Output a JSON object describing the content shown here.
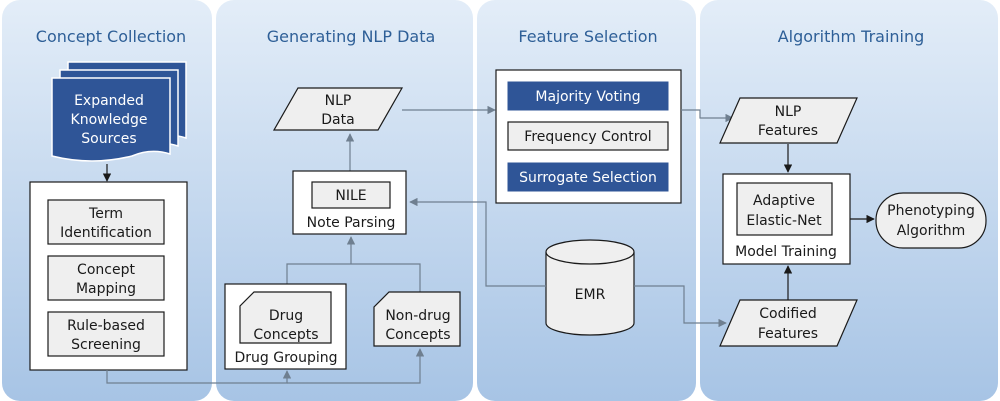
{
  "colors": {
    "panel_top": "#dde9f6",
    "panel_bottom": "#a9c6e6",
    "title": "#2e5f97",
    "accent": "#2f5597"
  },
  "columns": {
    "concept_collection": "Concept Collection",
    "generating_nlp": "Generating NLP Data",
    "feature_selection": "Feature Selection",
    "algorithm_training": "Algorithm Training"
  },
  "concept_collection": {
    "sources": [
      "Expanded",
      "Knowledge",
      "Sources"
    ],
    "term": [
      "Term",
      "Identification"
    ],
    "mapping": [
      "Concept",
      "Mapping"
    ],
    "screening": [
      "Rule-based",
      "Screening"
    ]
  },
  "generating_nlp": {
    "nlp_data": [
      "NLP",
      "Data"
    ],
    "nile": "NILE",
    "note_parsing": "Note Parsing",
    "drug_concepts": [
      "Drug",
      "Concepts"
    ],
    "drug_grouping": "Drug Grouping",
    "non_drug": [
      "Non-drug",
      "Concepts"
    ]
  },
  "feature_selection": {
    "majority_voting": "Majority Voting",
    "frequency_control": "Frequency Control",
    "surrogate_selection": "Surrogate Selection",
    "emr": "EMR"
  },
  "algorithm_training": {
    "nlp_features": [
      "NLP",
      "Features"
    ],
    "adaptive": [
      "Adaptive",
      "Elastic-Net"
    ],
    "model_training": "Model Training",
    "phenotyping": [
      "Phenotyping",
      "Algorithm"
    ],
    "codified": [
      "Codified",
      "Features"
    ]
  }
}
